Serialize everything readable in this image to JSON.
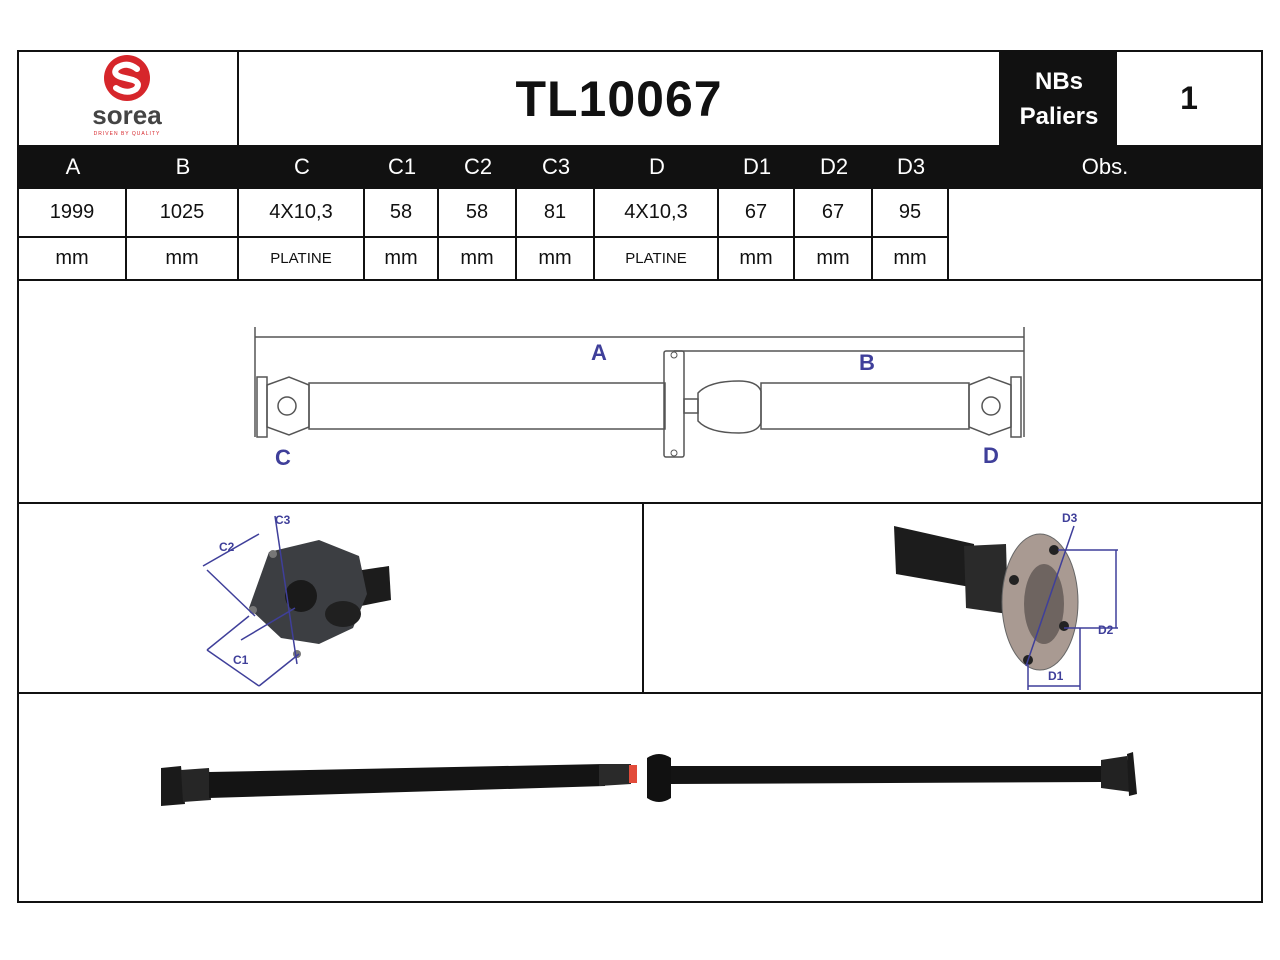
{
  "brand": {
    "name": "sorea",
    "tagline": "DRIVEN BY QUALITY",
    "color": "#d6262b"
  },
  "part": {
    "reference": "TL10067"
  },
  "bearings": {
    "label_line1": "NBs",
    "label_line2": "Paliers",
    "count": "1"
  },
  "specs": {
    "headers": [
      "A",
      "B",
      "C",
      "C1",
      "C2",
      "C3",
      "D",
      "D1",
      "D2",
      "D3",
      "Obs."
    ],
    "values": [
      "1999",
      "1025",
      "4X10,3",
      "58",
      "58",
      "81",
      "4X10,3",
      "67",
      "67",
      "95",
      ""
    ],
    "units": [
      "mm",
      "mm",
      "PLATINE",
      "mm",
      "mm",
      "mm",
      "PLATINE",
      "mm",
      "mm",
      "mm",
      ""
    ]
  },
  "diagram": {
    "labels": {
      "A": "A",
      "B": "B",
      "C": "C",
      "D": "D"
    },
    "accent_color": "#3f3f9a"
  },
  "detail_left": {
    "labels": [
      "C1",
      "C2",
      "C3"
    ]
  },
  "detail_right": {
    "labels": [
      "D1",
      "D2",
      "D3"
    ]
  }
}
